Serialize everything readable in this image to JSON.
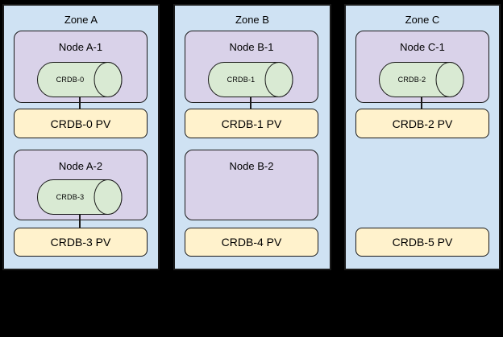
{
  "colors": {
    "background": "#000000",
    "zone_fill": "#cfe2f3",
    "node_fill": "#d9d2e9",
    "pod_fill": "#d9ead3",
    "pv_fill": "#fff2cc",
    "border": "#1a1a1a"
  },
  "zones": [
    {
      "label": "Zone A",
      "slots": [
        {
          "node": "Node A-1",
          "pod": "CRDB-0",
          "pv": "CRDB-0 PV"
        },
        {
          "node": "Node A-2",
          "pod": "CRDB-3",
          "pv": "CRDB-3 PV"
        }
      ]
    },
    {
      "label": "Zone B",
      "slots": [
        {
          "node": "Node B-1",
          "pod": "CRDB-1",
          "pv": "CRDB-1 PV"
        },
        {
          "node": "Node B-2",
          "pv": "CRDB-4 PV"
        }
      ]
    },
    {
      "label": "Zone C",
      "slots": [
        {
          "node": "Node C-1",
          "pod": "CRDB-2",
          "pv": "CRDB-2 PV"
        },
        {
          "pv": "CRDB-5 PV"
        }
      ]
    }
  ]
}
